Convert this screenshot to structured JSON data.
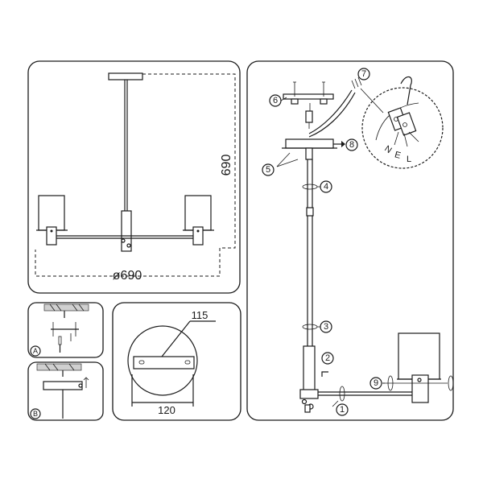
{
  "dimensions": {
    "height": "690",
    "diameter": "ø690",
    "plate_width": "115",
    "plate_diameter": "120"
  },
  "detail_labels": {
    "a": "A",
    "b": "B"
  },
  "callouts": [
    "1",
    "2",
    "3",
    "4",
    "5",
    "6",
    "7",
    "8",
    "9"
  ],
  "wiring": {
    "n": "N",
    "e": "E",
    "l": "L"
  }
}
